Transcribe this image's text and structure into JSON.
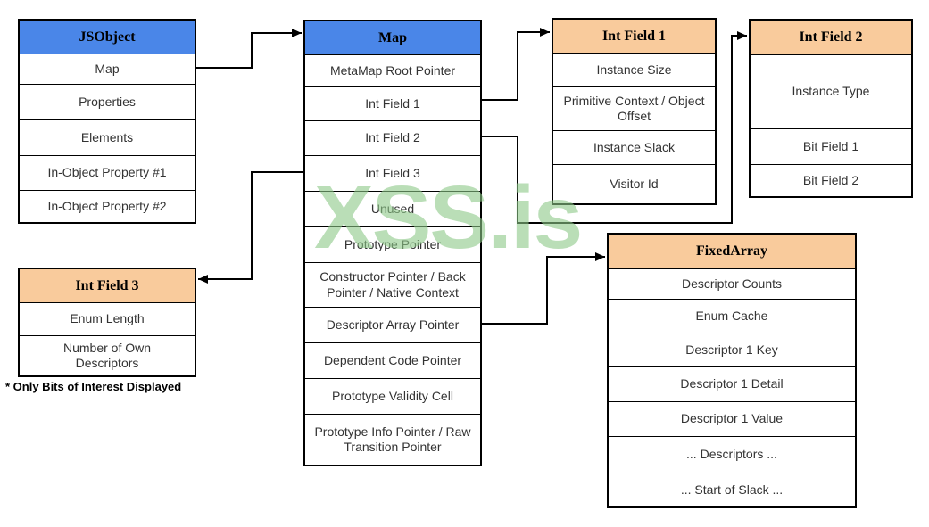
{
  "watermark": {
    "text": "XSS.is",
    "color": "#8cc887"
  },
  "footnote": "* Only Bits of Interest Displayed",
  "colors": {
    "blue_header": "#4a86e8",
    "orange_header": "#f9cb9c",
    "border": "#000000",
    "background": "#ffffff"
  },
  "boxes": [
    {
      "id": "jsobject",
      "title": "JSObject",
      "header_color": "blue",
      "rows": [
        "Map",
        "Properties",
        "Elements",
        "In-Object Property #1",
        "In-Object Property #2"
      ]
    },
    {
      "id": "map",
      "title": "Map",
      "header_color": "blue",
      "rows": [
        "MetaMap Root Pointer",
        "Int Field 1",
        "Int Field 2",
        "Int Field 3",
        "Unused",
        "Prototype Pointer",
        "Constructor Pointer / Back Pointer / Native Context",
        "Descriptor Array Pointer",
        "Dependent Code Pointer",
        "Prototype Validity Cell",
        "Prototype Info Pointer / Raw Transition Pointer"
      ]
    },
    {
      "id": "intfield1",
      "title": "Int Field 1",
      "header_color": "orange",
      "rows": [
        "Instance Size",
        "Primitive Context / Object Offset",
        "Instance Slack",
        "Visitor Id"
      ]
    },
    {
      "id": "intfield2",
      "title": "Int Field 2",
      "header_color": "orange",
      "rows": [
        "Instance Type",
        "Bit Field 1",
        "Bit Field 2"
      ]
    },
    {
      "id": "fixedarray",
      "title": "FixedArray",
      "header_color": "orange",
      "rows": [
        "Descriptor Counts",
        "Enum Cache",
        "Descriptor 1 Key",
        "Descriptor 1 Detail",
        "Descriptor 1 Value",
        "... Descriptors ...",
        "... Start of Slack ..."
      ]
    },
    {
      "id": "intfield3",
      "title": "Int Field 3",
      "header_color": "orange",
      "rows": [
        "Enum Length",
        "Number of Own Descriptors"
      ]
    }
  ],
  "connections": [
    {
      "from": "JSObject.Map",
      "to": "Map"
    },
    {
      "from": "Map.Int Field 1",
      "to": "Int Field 1"
    },
    {
      "from": "Map.Int Field 2",
      "to": "Int Field 2"
    },
    {
      "from": "Map.Int Field 3",
      "to": "Int Field 3"
    },
    {
      "from": "Map.Descriptor Array Pointer",
      "to": "FixedArray"
    }
  ]
}
